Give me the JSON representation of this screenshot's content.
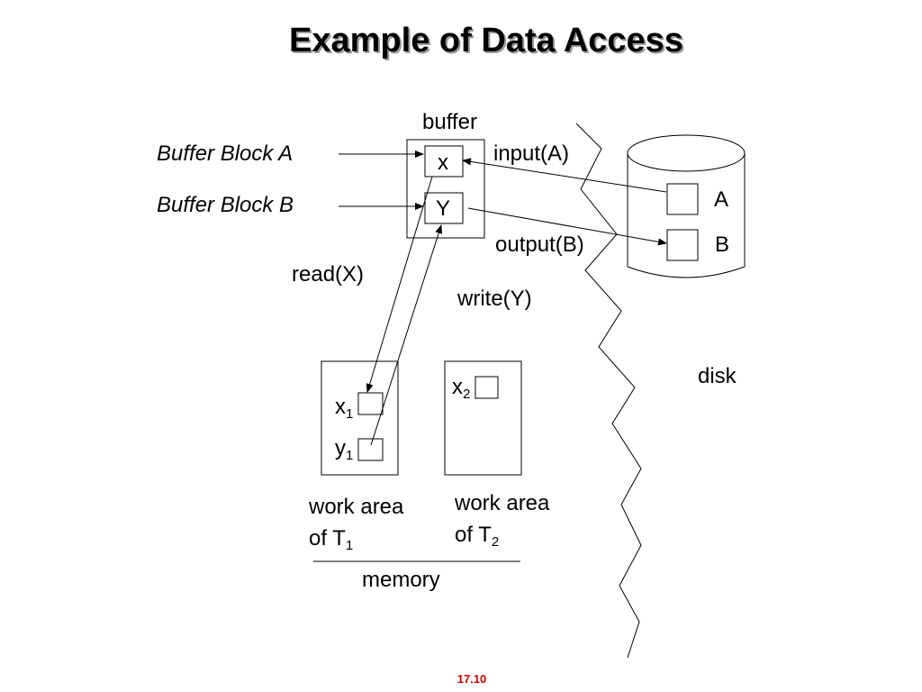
{
  "slide": {
    "title": "Example of Data Access",
    "page_number": "17.10"
  },
  "buffer": {
    "label": "buffer",
    "block_a_label": "Buffer Block A",
    "block_b_label": "Buffer Block B",
    "cell_x": "x",
    "cell_y": "Y"
  },
  "operations": {
    "input": "input(A)",
    "output": "output(B)",
    "read": "read(X)",
    "write": "write(Y)"
  },
  "disk": {
    "label": "disk",
    "block_a": "A",
    "block_b": "B"
  },
  "memory": {
    "label": "memory",
    "t1": {
      "var_x": "x",
      "var_x_sub": "1",
      "var_y": "y",
      "var_y_sub": "1",
      "caption_line1": "work area",
      "caption_line2_prefix": "of T",
      "caption_line2_sub": "1"
    },
    "t2": {
      "var_x": "x",
      "var_x_sub": "2",
      "caption_line1": "work area",
      "caption_line2_prefix": "of T",
      "caption_line2_sub": "2"
    }
  },
  "colors": {
    "text": "#000000",
    "title_shadow": "#9a9a9a",
    "page_number": "#cc0000"
  }
}
